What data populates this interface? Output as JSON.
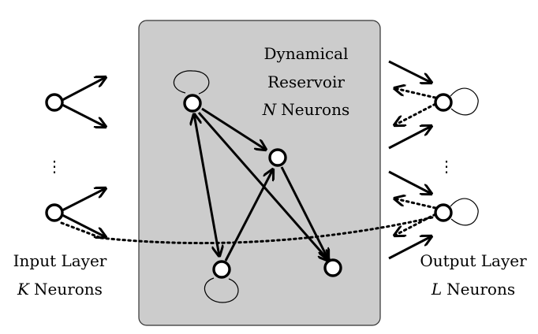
{
  "colors": {
    "reservoir_fill": "#cccccc",
    "reservoir_stroke": "#333333",
    "ink": "#000000"
  },
  "labels": {
    "reservoir_line1": "Dynamical",
    "reservoir_line2": "Reservoir",
    "reservoir_var": "N",
    "reservoir_unit": "Neurons",
    "input_line1": "Input Layer",
    "input_var": "K",
    "input_unit": "Neurons",
    "output_line1": "Output Layer",
    "output_var": "L",
    "output_unit": "Neurons",
    "ellipsis": "⋮"
  }
}
